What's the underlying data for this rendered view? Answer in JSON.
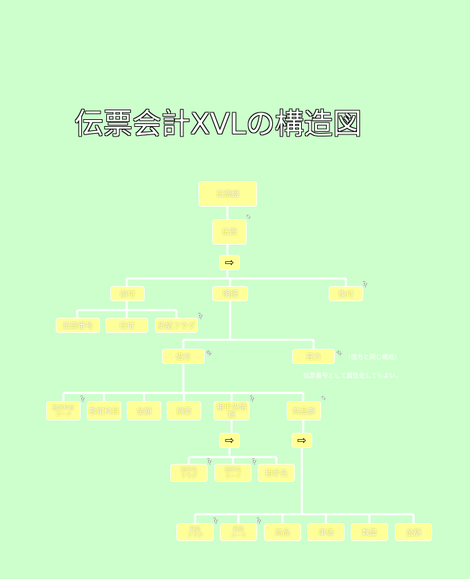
{
  "title": "伝票会計XVLの構造図",
  "nodes": {
    "root": "伝票綴",
    "voucher": "伝票",
    "seq_top": "⇨",
    "header": "前付",
    "detail": "明細",
    "footer": "後付",
    "voucher_no": "伝票番号",
    "date": "日付",
    "approval_flag": "承認フラグ",
    "debit": "借方",
    "credit": "貸方",
    "account_code": "勘定科目\nコード",
    "account": "勘定科目",
    "amount": "金額",
    "summary": "摘要",
    "partner_info": "相手先情報",
    "goods": "商品部",
    "seq_partner": "⇨",
    "seq_goods": "⇨",
    "partner_flag": "相手先\nフラグ",
    "partner_code": "相手先\nコード",
    "partner": "相手先",
    "goods_flag": "商品\nフラグ",
    "goods_code": "商品\nコード",
    "goods_name": "商品",
    "unit_price": "単価",
    "quantity": "数量",
    "goods_amount": "金額"
  },
  "marks": {
    "voucher": "*",
    "footer": "?",
    "approval_flag": "?",
    "debit": "+",
    "credit": "+",
    "account_code": "?",
    "partner_info": "?",
    "goods": "*",
    "partner_flag": "?",
    "partner_code": "?",
    "goods_flag": "?",
    "goods_code": "?"
  },
  "notes": {
    "credit_same": "（借方と同じ構成）",
    "attribute": "伝票番号として属性化してもよい。"
  },
  "colors": {
    "background": "#ccffcc",
    "box": "#ffff99",
    "line": "#ffffff"
  }
}
